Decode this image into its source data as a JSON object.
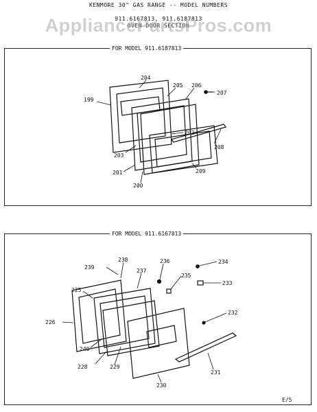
{
  "header": {
    "line1": "KENMORE 30\" GAS RANGE -- MODEL NUMBERS",
    "line2": "911.6167813, 911.6187813",
    "line3": "OVEN DOOR SECTION"
  },
  "watermark": "AppliancePartsPros.com",
  "panels": {
    "top": {
      "title": "FOR MODEL 911.6187813"
    },
    "bottom": {
      "title": "FOR MODEL 911.6167813"
    }
  },
  "parts_top": [
    "204",
    "205",
    "206",
    "207",
    "199",
    "202",
    "203",
    "208",
    "201",
    "209",
    "200"
  ],
  "parts_bottom": [
    "238",
    "239",
    "236",
    "234",
    "237",
    "235",
    "233",
    "225",
    "232",
    "226",
    "240",
    "228",
    "229",
    "230",
    "231"
  ],
  "page_number": "E/5",
  "colors": {
    "ink": "#111111",
    "watermark": "#aaaaaa"
  }
}
